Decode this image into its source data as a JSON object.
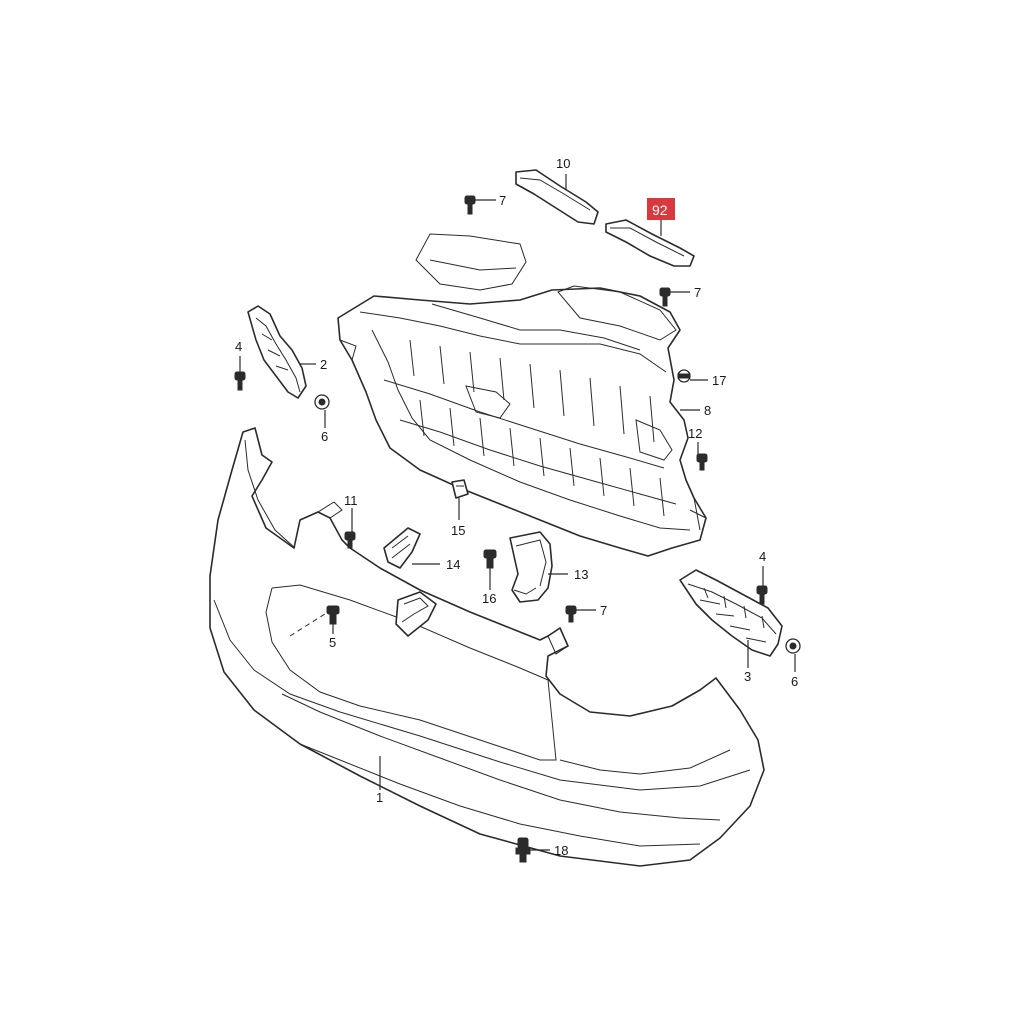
{
  "highlight_color": "#d9393e",
  "callouts": {
    "c1": "1",
    "c2": "2",
    "c3": "3",
    "c4a": "4",
    "c4b": "4",
    "c5": "5",
    "c6a": "6",
    "c6b": "6",
    "c7a": "7",
    "c7b": "7",
    "c7c": "7",
    "c8": "8",
    "c10": "10",
    "c11": "11",
    "c12": "12",
    "c13": "13",
    "c14": "14",
    "c15": "15",
    "c16": "16",
    "c17": "17",
    "c18": "18",
    "c92": "92"
  }
}
